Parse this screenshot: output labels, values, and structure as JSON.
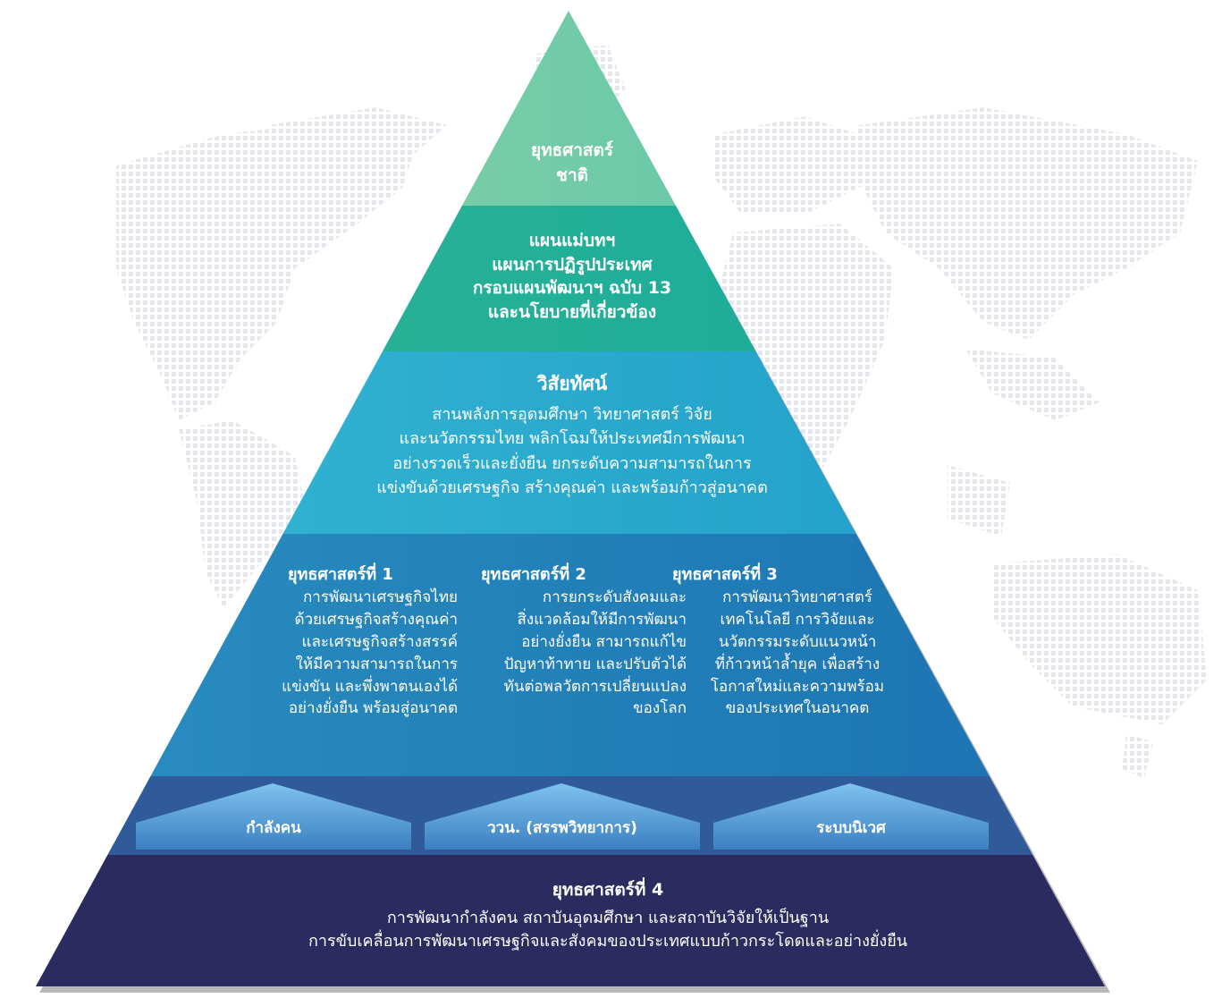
{
  "layers": {
    "apex": {
      "lines": [
        "ยุทธศาสตร์",
        "ชาติ"
      ]
    },
    "plans": {
      "lines": [
        "แผนแม่บทฯ",
        "แผนการปฏิรูปประเทศ",
        "กรอบแผนพัฒนาฯ ฉบับ 13",
        "และนโยบายที่เกี่ยวข้อง"
      ]
    },
    "vision": {
      "title": "วิสัยทัศน์",
      "lines": [
        "สานพลังการอุดมศึกษา วิทยาศาสตร์ วิจัย",
        "และนวัตกรรมไทย พลิกโฉมให้ประเทศมีการพัฒนา",
        "อย่างรวดเร็วและยั่งยืน ยกระดับความสามารถในการ",
        "แข่งขันด้วยเศรษฐกิจ สร้างคุณค่า และพร้อมก้าวสู่อนาคต"
      ]
    },
    "strategies": [
      {
        "title": "ยุทธศาสตร์ที่ 1",
        "body": "การพัฒนาเศรษฐกิจไทย\nด้วยเศรษฐกิจสร้างคุณค่า\nและเศรษฐกิจสร้างสรรค์\nให้มีความสามารถในการ\nแข่งขัน และพึ่งพาตนเองได้\nอย่างยั่งยืน พร้อมสู่อนาคต"
      },
      {
        "title": "ยุทธศาสตร์ที่ 2",
        "body": "การยกระดับสังคมและ\nสิ่งแวดล้อมให้มีการพัฒนา\nอย่างยั่งยืน สามารถแก้ไข\nปัญหาท้าทาย และปรับตัวได้\nทันต่อพลวัตการเปลี่ยนแปลง\nของโลก"
      },
      {
        "title": "ยุทธศาสตร์ที่ 3",
        "body": "การพัฒนาวิทยาศาสตร์\nเทคโนโลยี การวิจัยและ\nนวัตกรรมระดับแนวหน้า\nที่ก้าวหน้าล้ำยุค เพื่อสร้าง\nโอกาสใหม่และความพร้อม\nของประเทศในอนาคต"
      }
    ],
    "pillars": [
      "กำลังคน",
      "ววน. (สรรพวิทยาการ)",
      "ระบบนิเวศ"
    ],
    "base": {
      "title": "ยุทธศาสตร์ที่ 4",
      "lines": [
        "การพัฒนากำลังคน สถาบันอุดมศึกษา และสถาบันวิจัยให้เป็นฐาน",
        "การขับเคลื่อนการพัฒนาเศรษฐกิจและสังคมของประเทศแบบก้าวกระโดดและอย่างยั่งยืน"
      ]
    }
  },
  "colors": {
    "apex": "#7fcbae",
    "plans": "#1fae98",
    "vision": "#23a3c9",
    "strategies": "#1f7ab7",
    "pillar_band": "#2e5898",
    "base": "#2c2c60",
    "map_dots": "#e6e8ec"
  }
}
